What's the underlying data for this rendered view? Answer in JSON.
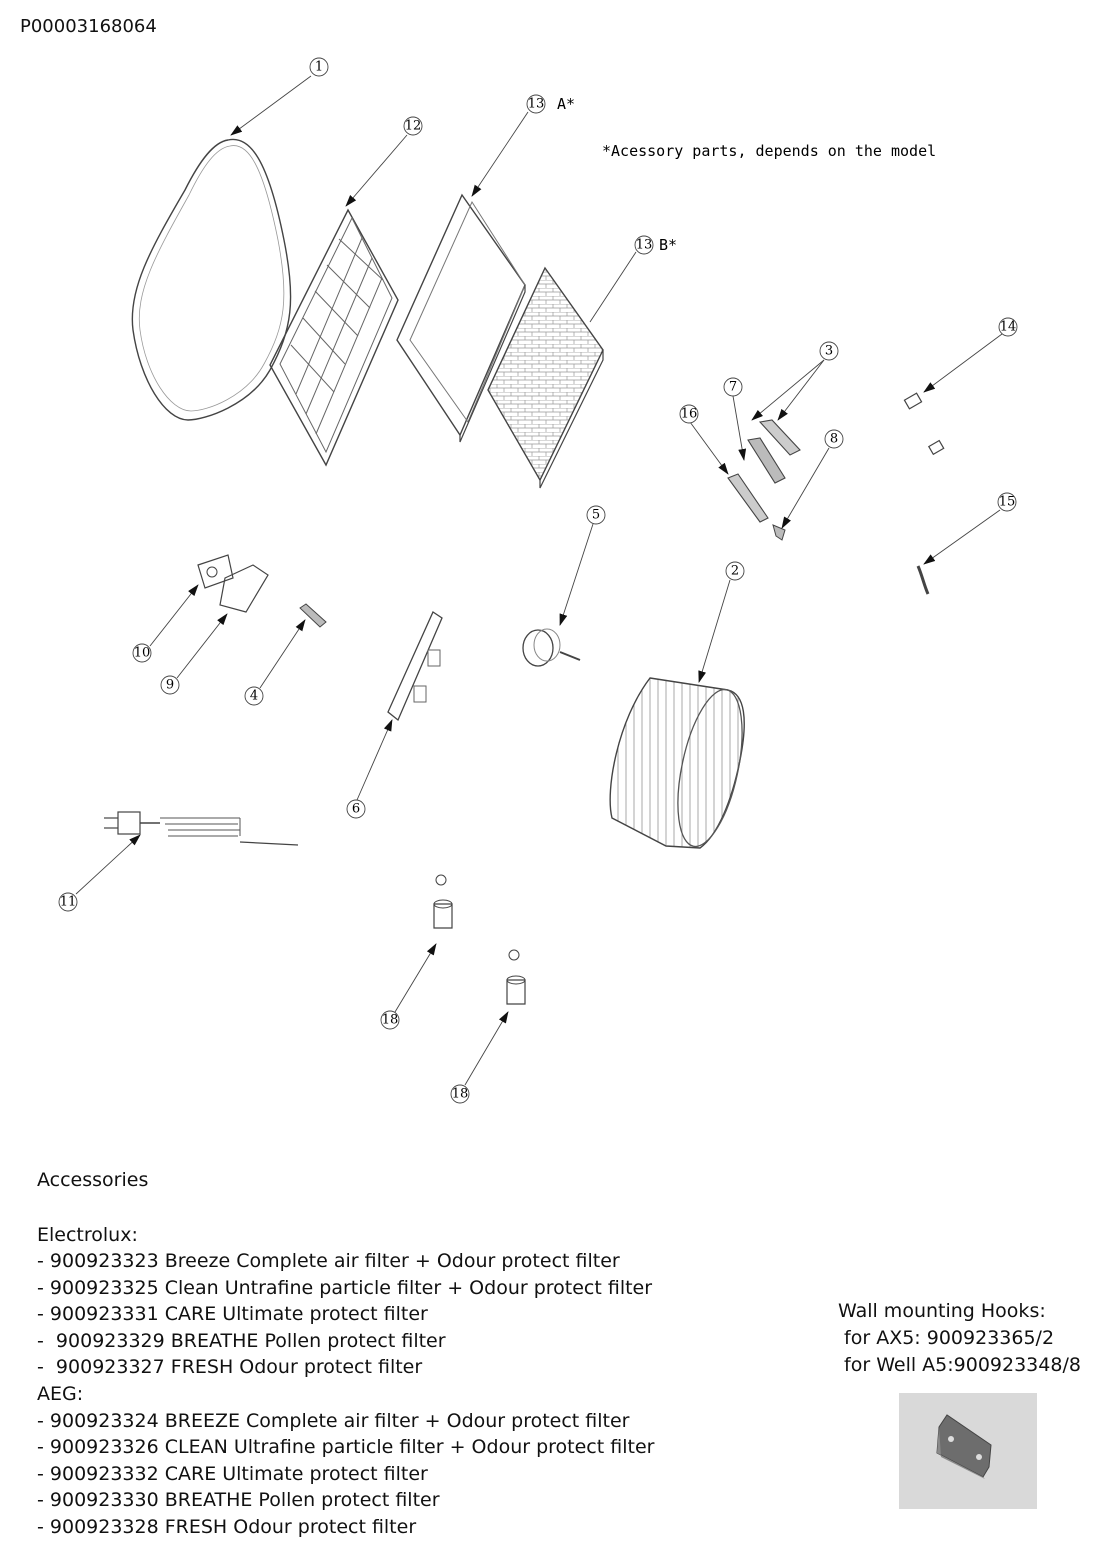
{
  "doc_id": "P00003168064",
  "note": "*Acessory parts, depends on the model",
  "callouts": [
    {
      "label": "1"
    },
    {
      "label": "12"
    },
    {
      "label": "13"
    },
    {
      "label": "A*"
    },
    {
      "label": "13"
    },
    {
      "label": "B*"
    },
    {
      "label": "14"
    },
    {
      "label": "3"
    },
    {
      "label": "7"
    },
    {
      "label": "16"
    },
    {
      "label": "8"
    },
    {
      "label": "15"
    },
    {
      "label": "5"
    },
    {
      "label": "2"
    },
    {
      "label": "10"
    },
    {
      "label": "9"
    },
    {
      "label": "4"
    },
    {
      "label": "6"
    },
    {
      "label": "11"
    },
    {
      "label": "18"
    },
    {
      "label": "18"
    }
  ],
  "accessories": {
    "title": "Accessories",
    "brand1": "Electrolux:",
    "brand1_items": [
      "- 900923323 Breeze Complete air filter + Odour protect filter",
      "- 900923325 Clean Untrafine particle filter + Odour protect filter",
      "- 900923331 CARE Ultimate protect filter",
      "-  900923329 BREATHE Pollen protect filter",
      "-  900923327 FRESH Odour protect filter"
    ],
    "brand2": "AEG:",
    "brand2_items": [
      "- 900923324 BREEZE Complete air filter + Odour protect filter",
      "- 900923326 CLEAN Ultrafine particle filter + Odour protect filter",
      "- 900923332 CARE Ultimate protect filter",
      "- 900923330 BREATHE Pollen protect filter",
      "- 900923328 FRESH Odour protect filter"
    ]
  },
  "hooks": {
    "title": "Wall mounting Hooks:",
    "line1": " for AX5: 900923365/2",
    "line2": " for Well A5:900923348/8"
  }
}
